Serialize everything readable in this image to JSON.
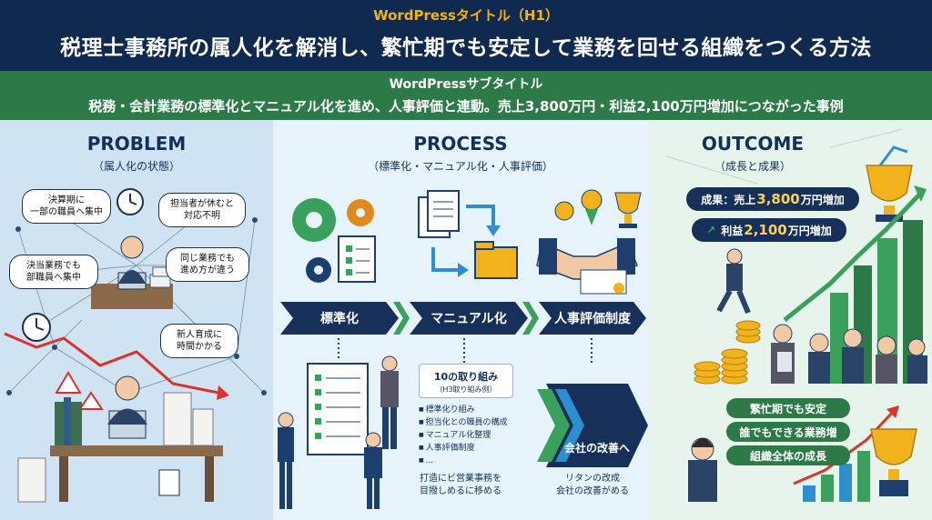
{
  "header": {
    "h1_label": "WordPressタイトル（H1）",
    "h1_title": "税理士事務所の属人化を解消し、繁忙期でも安定して業務を回せる組織をつくる方法",
    "h2_label": "WordPressサブタイトル",
    "h2_title": "税務・会計業務の標準化とマニュアル化を進め、人事評価と連動。売上3,800万円・利益2,100万円増加につながった事例"
  },
  "problem": {
    "title": "PROBLEM",
    "subtitle": "（属人化の状態）",
    "bubbles": [
      "決算期に\n一部の職員へ集中",
      "担当者が休むと\n対応不明",
      "決当業務でも\n部職員へ集中",
      "同じ業務でも\n進め方が違う",
      "新人育成に\n時間かかる"
    ]
  },
  "process": {
    "title": "PROCESS",
    "subtitle": "（標準化・マニュアル化・人事評価）",
    "steps": [
      "標準化",
      "マニュアル化",
      "人事評価制度"
    ],
    "card_title": "10の取り組み",
    "card_sub": "（H3取り組み例）",
    "list": [
      "標準化り組み",
      "担当化との職員の構成",
      "マニュアル化整理",
      "人事評価制度",
      "..."
    ],
    "note_left": "打造にビ営業事務を\n目撥しめるに移める",
    "improve_label": "会社の改善へ",
    "note_right": "リタンの改成\n会社の改善がめる"
  },
  "outcome": {
    "title": "OUTCOME",
    "subtitle": "（成長と成果）",
    "sales_prefix": "成果：売上",
    "sales_value": "3,800",
    "sales_suffix": "万円増加",
    "profit_prefix": "利益",
    "profit_value": "2,100",
    "profit_suffix": "万円増加",
    "results": [
      "繁忙期でも安定",
      "誰でもできる業務増",
      "組織全体の成長"
    ]
  },
  "colors": {
    "navy": "#0f2a4e",
    "green": "#2c7a47",
    "gold": "#f2b21b"
  }
}
